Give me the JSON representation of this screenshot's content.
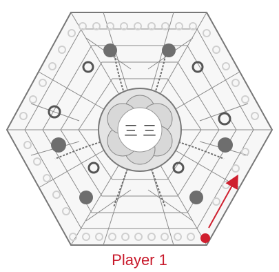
{
  "board": {
    "center_glyphs": [
      "三",
      "三"
    ],
    "colors": {
      "line": "#6f6f6f",
      "hole_light": "#cfcfcf",
      "stone_dark": "#6e6e6e",
      "ring_dark": "#555555",
      "player_marker": "#cf1f2e",
      "arrow": "#cf1f2e"
    }
  },
  "player": {
    "label": "Player 1"
  }
}
